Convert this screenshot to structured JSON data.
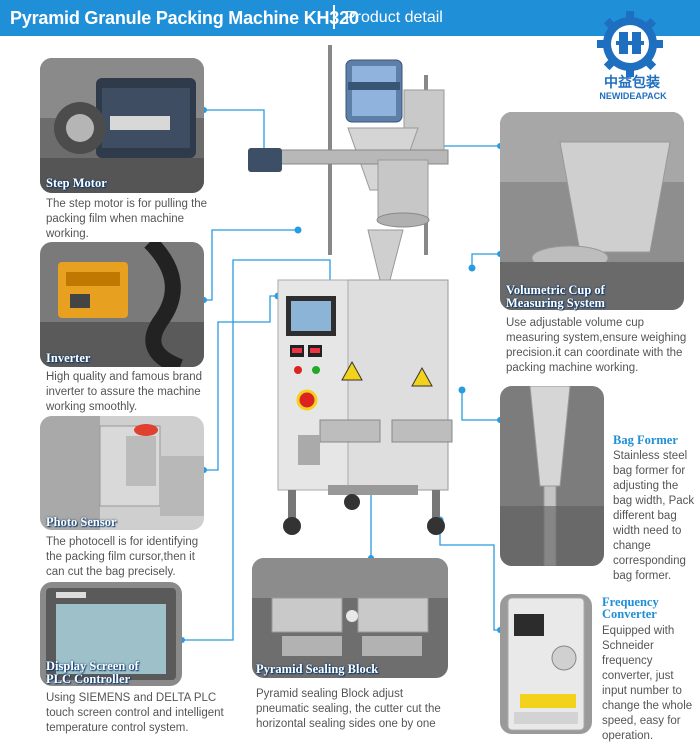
{
  "header": {
    "title": "Pyramid Granule Packing Machine KH320",
    "subtitle": "Product detail"
  },
  "logo": {
    "chinese": "中益包装",
    "english": "NEWIDEAPACK"
  },
  "features": {
    "step_motor": {
      "caption": "Step Motor",
      "description": "The step motor is for pulling the packing film when machine working."
    },
    "inverter": {
      "caption": "Inverter",
      "description": "High quality and famous brand inverter to assure the machine working smoothly."
    },
    "photo_sensor": {
      "caption": "Photo Sensor",
      "description": "The photocell is for identifying the packing film cursor,then it can cut the bag precisely."
    },
    "display_screen": {
      "caption_line1": "Display Screen of",
      "caption_line2": "PLC Controller",
      "description": "Using SIEMENS and DELTA PLC touch screen control and intelligent temperature control system."
    },
    "sealing_block": {
      "caption": "Pyramid Sealing Block",
      "description": "Pyramid sealing Block adjust pneumatic sealing, the cutter cut the horizontal sealing sides one by one"
    },
    "volumetric_cup": {
      "caption_line1": "Volumetric Cup of",
      "caption_line2": "Measuring System",
      "description": "Use adjustable volume cup measuring system,ensure weighing precision.it can coordinate with the packing machine working."
    },
    "bag_former": {
      "heading": "Bag Former",
      "description": "Stainless steel bag former for adjusting the bag width, Pack different bag width need to change corresponding bag former."
    },
    "frequency_converter": {
      "heading_line1": "Frequency",
      "heading_line2": "Converter",
      "description": "Equipped with Schneider frequency converter, just input number to change the whole speed, easy for operation."
    }
  },
  "colors": {
    "header_bg": "#1f8fd8",
    "accent": "#1f8fd8",
    "connector": "#2a9be0",
    "text": "#555555"
  },
  "icons": [
    "newideapack-logo-icon"
  ]
}
